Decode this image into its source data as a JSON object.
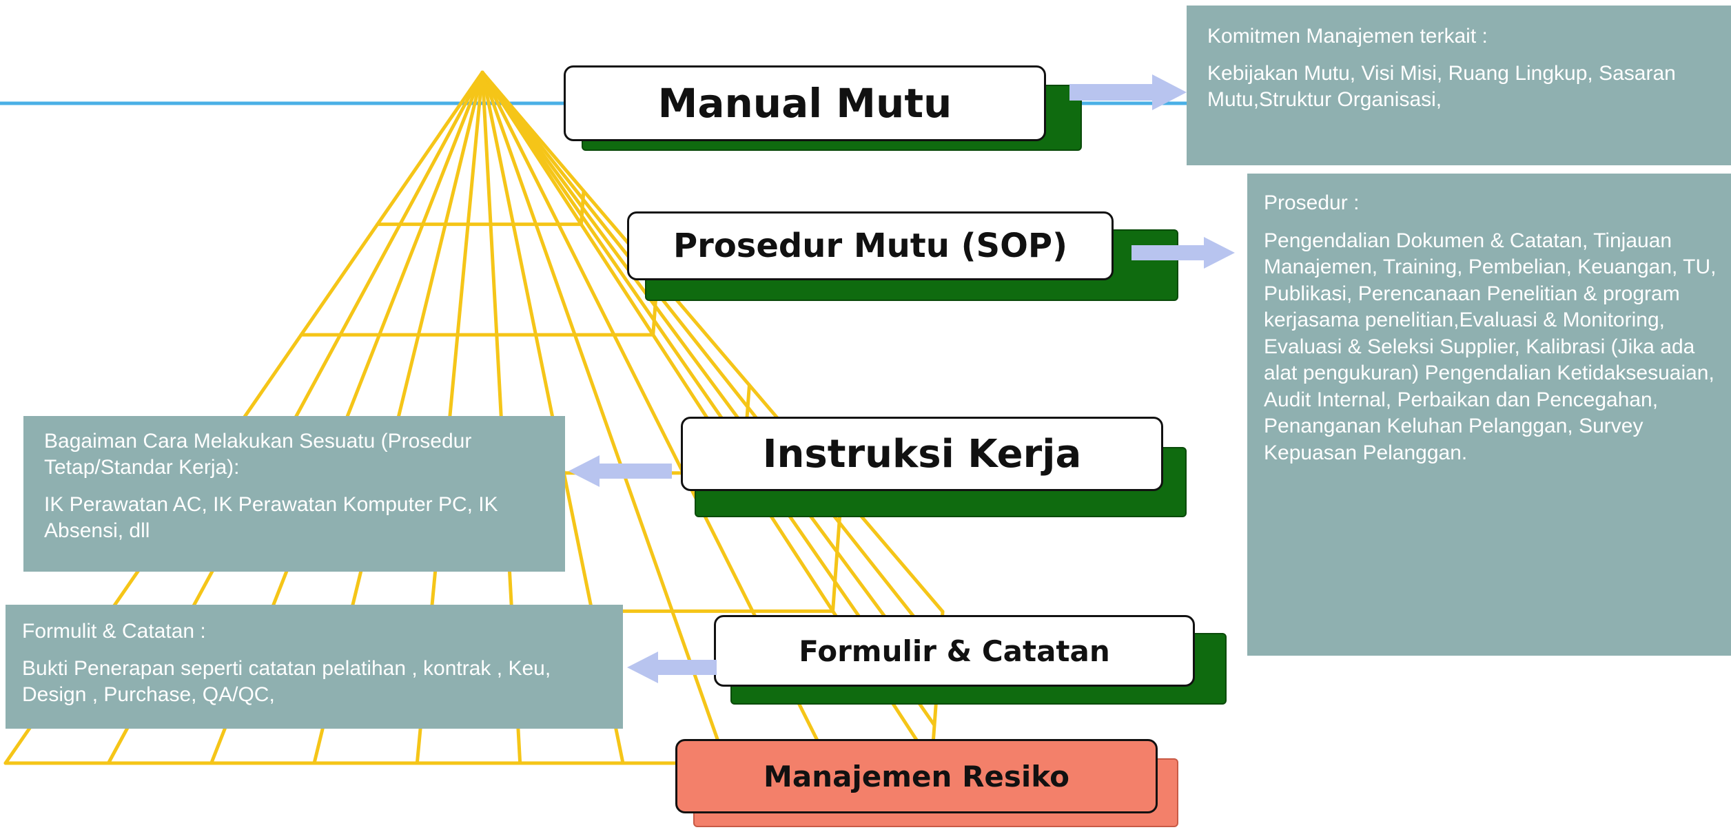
{
  "levels": {
    "manual": {
      "label": "Manual Mutu"
    },
    "sop": {
      "label": "Prosedur Mutu (SOP)"
    },
    "ik": {
      "label": "Instruksi Kerja"
    },
    "form": {
      "label": "Formulir & Catatan"
    },
    "risk": {
      "label": "Manajemen Resiko"
    }
  },
  "notes": {
    "manual": {
      "heading": "Komitmen Manajemen terkait :",
      "body": "Kebijakan Mutu, Visi Misi, Ruang Lingkup, Sasaran Mutu,Struktur Organisasi,"
    },
    "sop": {
      "heading": "Prosedur :",
      "body": "Pengendalian Dokumen & Catatan, Tinjauan Manajemen, Training, Pembelian, Keuangan, TU, Publikasi, Perencanaan Penelitian & program kerjasama penelitian,Evaluasi & Monitoring, Evaluasi & Seleksi Supplier, Kalibrasi (Jika ada alat pengukuran) Pengendalian Ketidaksesuaian, Audit Internal, Perbaikan dan Pencegahan, Penanganan Keluhan  Pelanggan, Survey Kepuasan Pelanggan."
    },
    "ik": {
      "heading": "Bagaiman Cara Melakukan Sesuatu (Prosedur Tetap/Standar Kerja):",
      "body": "IK Perawatan AC, IK Perawatan Komputer PC, IK Absensi, dll"
    },
    "form": {
      "heading": "Formulit & Catatan :",
      "body": "Bukti Penerapan seperti catatan pelatihan , kontrak , Keu, Design , Purchase, QA/QC,"
    }
  },
  "colors": {
    "pyramid_lines": "#f5c518",
    "top_line": "#4ab0e6",
    "box_shadow": "#0f6b0f",
    "risk_fill": "#f3806a",
    "note_fill": "#8fb0b0",
    "arrow_fill": "#b8c4ef"
  }
}
